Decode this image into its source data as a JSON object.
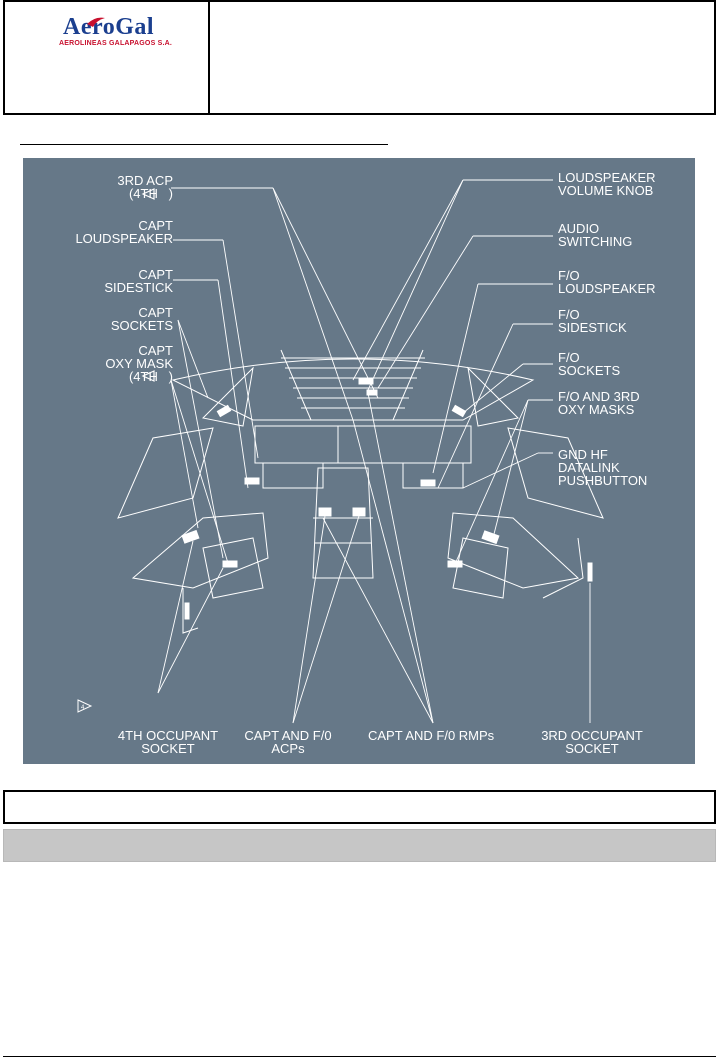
{
  "header": {
    "logo_name": "AeroGal",
    "logo_subtitle": "AEROLINEAS GALAPAGOS S.A."
  },
  "figure": {
    "labels": {
      "third_acp": "3RD ACP\n(4TH   )",
      "capt_loudspeaker": "CAPT\nLOUDSPEAKER",
      "capt_sidestick": "CAPT\nSIDESTICK",
      "capt_sockets": "CAPT\nSOCKETS",
      "capt_oxy_mask": "CAPT\nOXY MASK\n(4TH   )",
      "loudspeaker_volume_knob": "LOUDSPEAKER\nVOLUME KNOB",
      "audio_switching": "AUDIO\nSWITCHING",
      "fo_loudspeaker": "F/O\nLOUDSPEAKER",
      "fo_sidestick": "F/O\nSIDESTICK",
      "fo_sockets": "F/O\nSOCKETS",
      "fo_3rd_oxy_masks": "F/O AND 3RD\nOXY MASKS",
      "gnd_hf_datalink": "GND HF\nDATALINK\nPUSHBUTTON",
      "fourth_occupant_socket": "4TH OCCUPANT\nSOCKET",
      "capt_fo_acps": "CAPT AND F/0\nACPs",
      "capt_fo_rmps": "CAPT AND F/0 RMPs",
      "third_occupant_socket": "3RD OCCUPANT\nSOCKET"
    }
  }
}
